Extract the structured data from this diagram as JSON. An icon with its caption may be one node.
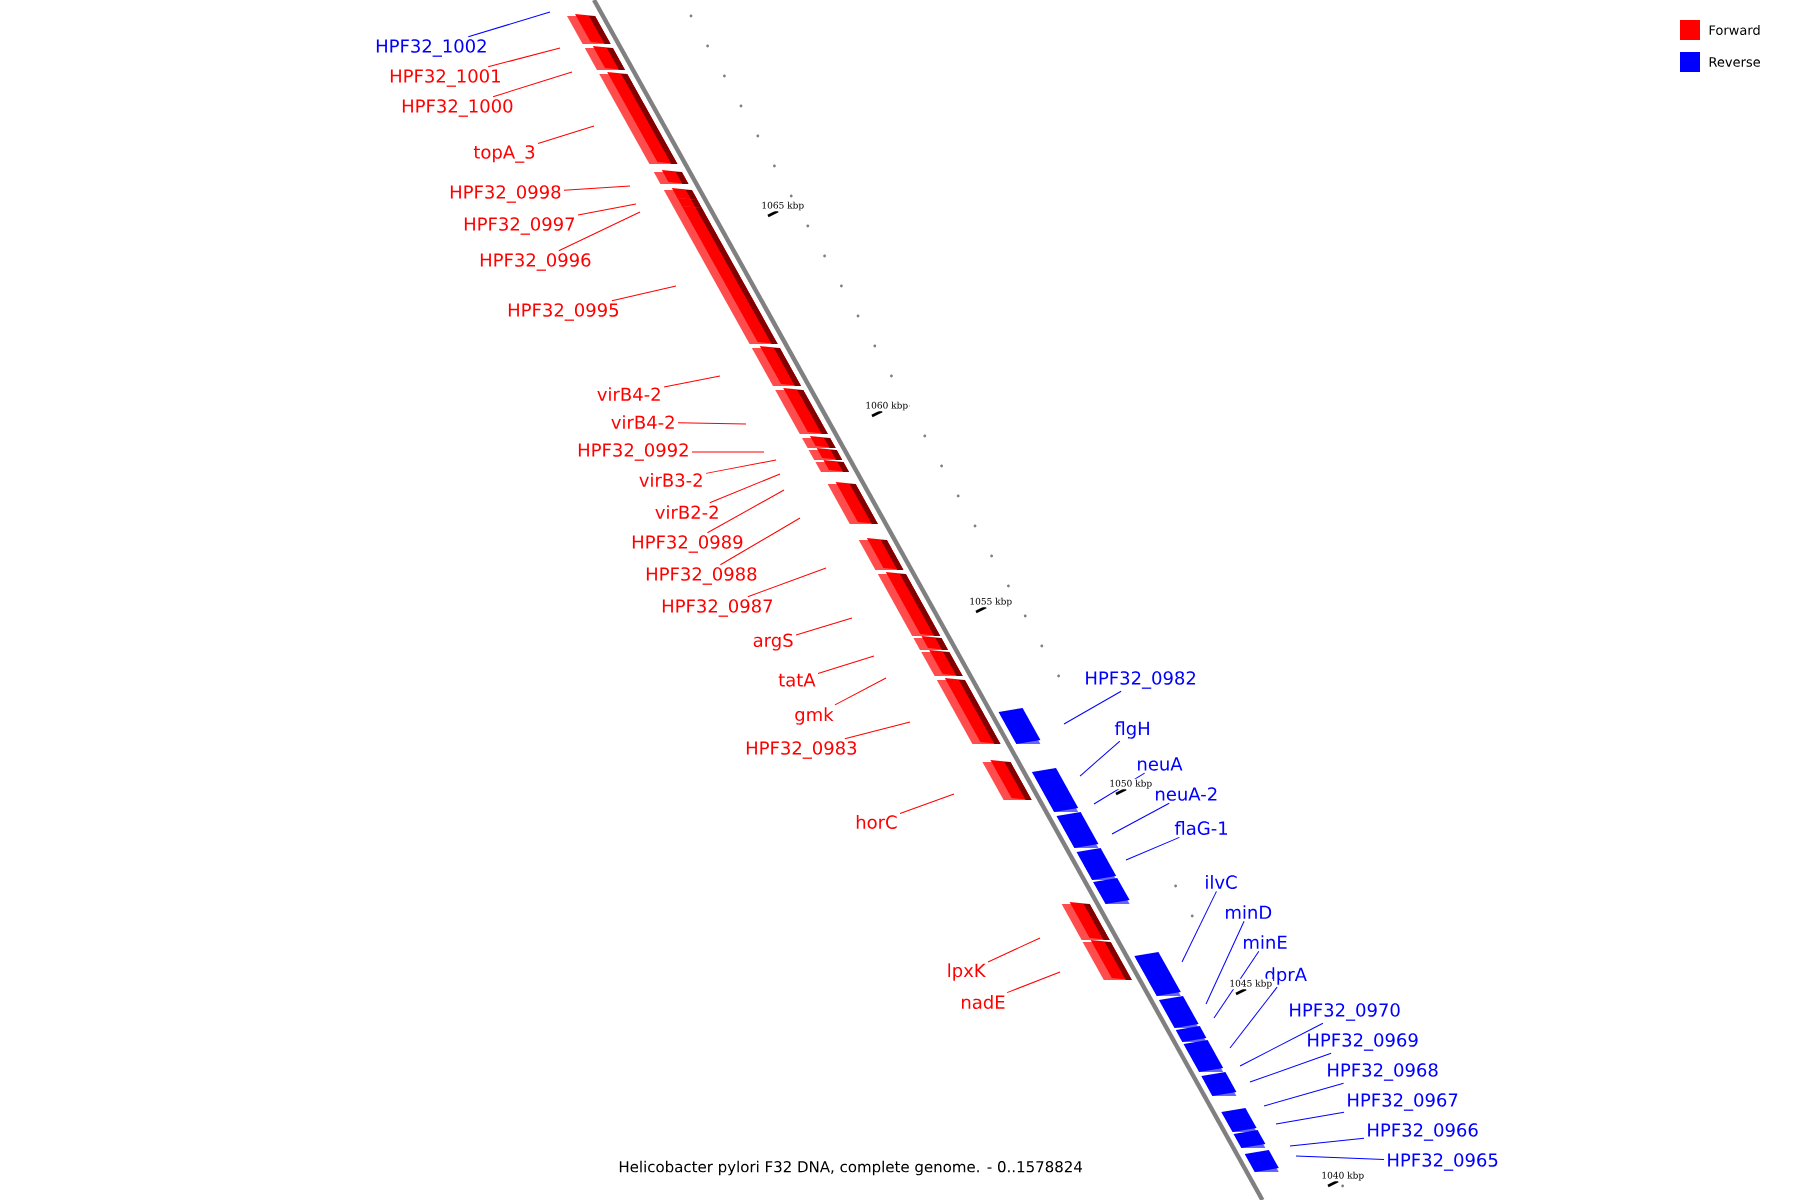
{
  "diagram": {
    "caption": "Helicobacter pylori F32 DNA, complete genome. - 0..1578824",
    "nodes": [
      {
        "text": [
          "HPF32_1002"
        ]
      },
      {
        "text": [
          "HPF32_1001"
        ]
      },
      {
        "text": [
          "HPF32_1000"
        ]
      },
      {
        "text": [
          "topA_3"
        ]
      },
      {
        "text": [
          "HPF32_0998"
        ]
      },
      {
        "text": [
          "HPF32_0997"
        ]
      },
      {
        "text": [
          "HPF32_0996"
        ]
      },
      {
        "text": [
          "HPF32_0995"
        ]
      },
      {
        "text": [
          "virB4-2"
        ]
      },
      {
        "text": [
          "virB4-2"
        ]
      },
      {
        "text": [
          "HPF32_0992"
        ]
      },
      {
        "text": [
          "virB3-2"
        ]
      },
      {
        "text": [
          "virB2-2"
        ]
      },
      {
        "text": [
          "HPF32_0989"
        ]
      },
      {
        "text": [
          "HPF32_0988"
        ]
      },
      {
        "text": [
          "HPF32_0987"
        ]
      },
      {
        "text": [
          "argS"
        ]
      },
      {
        "text": [
          "tatA"
        ]
      },
      {
        "text": [
          "gmk"
        ]
      },
      {
        "text": [
          "HPF32_0983"
        ]
      },
      {
        "text": [
          "HPF32_0982"
        ]
      },
      {
        "text": [
          "flgH"
        ]
      },
      {
        "text": [
          "neuA"
        ]
      },
      {
        "text": [
          "neuA-2"
        ]
      },
      {
        "text": [
          "horC"
        ]
      },
      {
        "text": [
          "flaG-1"
        ]
      },
      {
        "text": [
          "ilvC"
        ]
      },
      {
        "text": [
          "minD"
        ]
      },
      {
        "text": [
          "minE"
        ]
      },
      {
        "text": [
          "lpxK"
        ]
      },
      {
        "text": [
          "dprA"
        ]
      },
      {
        "text": [
          "nadE"
        ]
      },
      {
        "text": [
          "HPF32_0970"
        ]
      },
      {
        "text": [
          "HPF32_0969"
        ]
      },
      {
        "text": [
          "HPF32_0968"
        ]
      },
      {
        "text": [
          "HPF32_0967"
        ]
      },
      {
        "text": [
          "HPF32_0966"
        ]
      },
      {
        "text": [
          "HPF32_0965"
        ]
      }
    ],
    "edges": [
      {
        "from": 0,
        "to": null,
        "arrow": "none",
        "color": "#0000ff"
      },
      {
        "from": 1,
        "to": null,
        "arrow": "none"
      },
      {
        "from": 2,
        "to": null,
        "arrow": "none"
      },
      {
        "from": 3,
        "to": null,
        "arrow": "none"
      },
      {
        "from": 4,
        "to": null,
        "arrow": "none"
      },
      {
        "from": 5,
        "to": null,
        "arrow": "none"
      },
      {
        "from": 6,
        "to": null,
        "arrow": "none"
      },
      {
        "from": 7,
        "to": null,
        "arrow": "none"
      },
      {
        "from": 8,
        "to": null,
        "arrow": "none"
      },
      {
        "from": 9,
        "to": null,
        "arrow": "none"
      },
      {
        "from": 10,
        "to": null,
        "arrow": "none"
      },
      {
        "from": 11,
        "to": null,
        "arrow": "none"
      },
      {
        "from": 12,
        "to": null,
        "arrow": "none"
      },
      {
        "from": 13,
        "to": null,
        "arrow": "none"
      },
      {
        "from": 14,
        "to": null,
        "arrow": "none"
      },
      {
        "from": 15,
        "to": null,
        "arrow": "none"
      },
      {
        "from": 16,
        "to": null,
        "arrow": "none"
      },
      {
        "from": 17,
        "to": null,
        "arrow": "none"
      },
      {
        "from": 18,
        "to": null,
        "arrow": "none"
      },
      {
        "from": 19,
        "to": null,
        "arrow": "none"
      },
      {
        "from": 20,
        "to": null,
        "arrow": "none",
        "color": "#0000ff"
      },
      {
        "from": 21,
        "to": null,
        "arrow": "none",
        "color": "#0000ff"
      },
      {
        "from": 22,
        "to": null,
        "arrow": "none",
        "color": "#0000ff"
      },
      {
        "from": 23,
        "to": null,
        "arrow": "none",
        "color": "#0000ff"
      },
      {
        "from": 24,
        "to": null,
        "arrow": "none"
      },
      {
        "from": 25,
        "to": null,
        "arrow": "none",
        "color": "#0000ff"
      },
      {
        "from": 26,
        "to": null,
        "arrow": "none",
        "color": "#0000ff"
      },
      {
        "from": 27,
        "to": null,
        "arrow": "none",
        "color": "#0000ff"
      },
      {
        "from": 28,
        "to": null,
        "arrow": "none",
        "color": "#0000ff"
      },
      {
        "from": 29,
        "to": null,
        "arrow": "none"
      },
      {
        "from": 30,
        "to": null,
        "arrow": "none",
        "color": "#0000ff"
      },
      {
        "from": 31,
        "to": null,
        "arrow": "none"
      },
      {
        "from": 32,
        "to": null,
        "arrow": "none",
        "color": "#0000ff"
      },
      {
        "from": 33,
        "to": null,
        "arrow": "none",
        "color": "#0000ff"
      },
      {
        "from": 34,
        "to": null,
        "arrow": "none",
        "color": "#0000ff"
      },
      {
        "from": 35,
        "to": null,
        "arrow": "none",
        "color": "#0000ff"
      },
      {
        "from": 36,
        "to": null,
        "arrow": "none",
        "color": "#0000ff"
      },
      {
        "from": 37,
        "to": null,
        "arrow": "none",
        "color": "#0000ff"
      }
    ],
    "labels": [
      "1065 kbp",
      "1060 kbp",
      "1055 kbp",
      "1050 kbp",
      "1045 kbp",
      "1040 kbp"
    ],
    "legend": [
      {
        "text": "Forward",
        "color": "#ff0000"
      },
      {
        "text": "Reverse",
        "color": "#0000ff"
      }
    ]
  }
}
